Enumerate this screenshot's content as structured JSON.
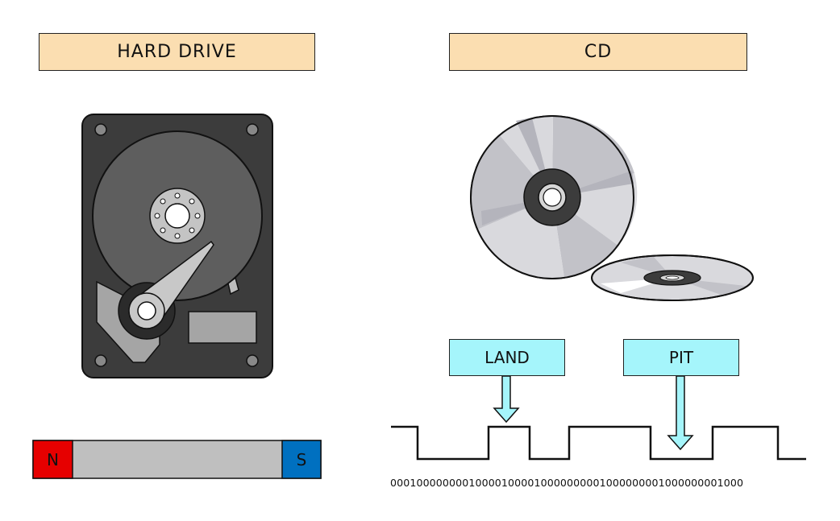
{
  "titles": {
    "hard_drive": "HARD DRIVE",
    "cd": "CD"
  },
  "labels": {
    "land": "LAND",
    "pit": "PIT"
  },
  "magnet": {
    "north": "N",
    "south": "S"
  },
  "binary_sequence": "000100000000100001000010000000001000000001000000001000",
  "colors": {
    "title_fill": "#fbdeb1",
    "label_fill": "#a5f5fb",
    "north": "#e60000",
    "south": "#0070c0"
  }
}
